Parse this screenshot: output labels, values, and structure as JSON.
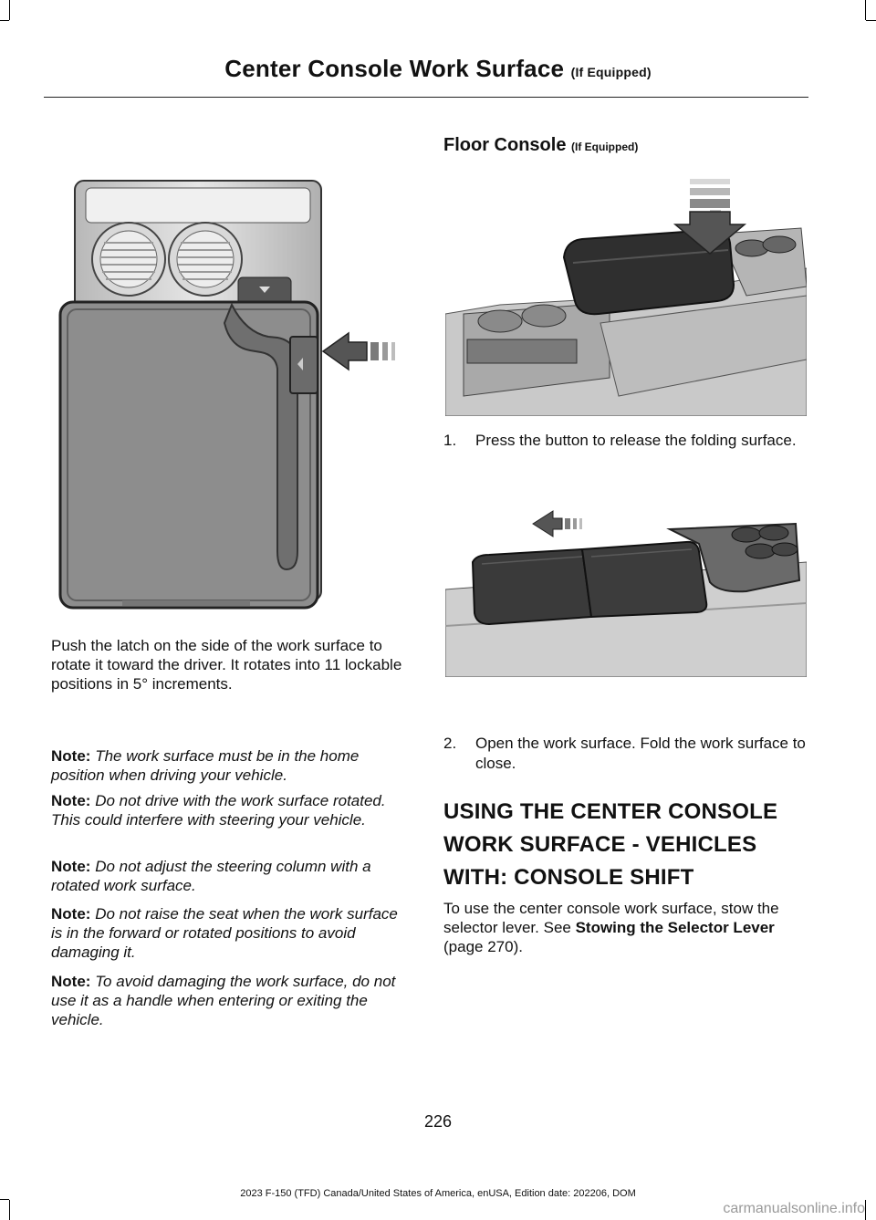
{
  "header": {
    "title": "Center Console Work Surface",
    "title_suffix": "(If Equipped)"
  },
  "left": {
    "intro": "Push the latch on the side of the work surface to rotate it toward the driver. It rotates into 11 lockable positions in 5° increments.",
    "notes": [
      {
        "label": "Note:",
        "text": "The work surface must be in the home position when driving your vehicle."
      },
      {
        "label": "Note:",
        "text": "Do not drive with the work surface rotated. This could interfere with steering your vehicle."
      },
      {
        "label": "Note:",
        "text": "Do not adjust the steering column with a rotated work surface."
      },
      {
        "label": "Note:",
        "text": "Do not raise the seat when the work surface is in the forward or rotated positions to avoid damaging it."
      },
      {
        "label": "Note:",
        "text": "To avoid damaging the work surface, do not use it as a handle when entering or exiting the vehicle."
      }
    ]
  },
  "right": {
    "section_title": "Floor Console",
    "section_title_suffix": "(If Equipped)",
    "steps": [
      {
        "num": "1.",
        "text": "Press the button to release the folding surface."
      },
      {
        "num": "2.",
        "text": "Open the work surface. Fold the work surface to close."
      }
    ],
    "heading_lines": [
      "USING THE CENTER CONSOLE",
      "WORK SURFACE - VEHICLES",
      "WITH: CONSOLE SHIFT"
    ],
    "body_before": "To use the center console work surface, stow the selector lever. See ",
    "body_link": "Stowing the Selector Lever",
    "body_after": " (page 270)."
  },
  "footer": {
    "page_number": "226",
    "edition": "2023 F-150 (TFD) Canada/United States of America, enUSA, Edition date: 202206, DOM",
    "watermark": "carmanualsonline.info"
  }
}
